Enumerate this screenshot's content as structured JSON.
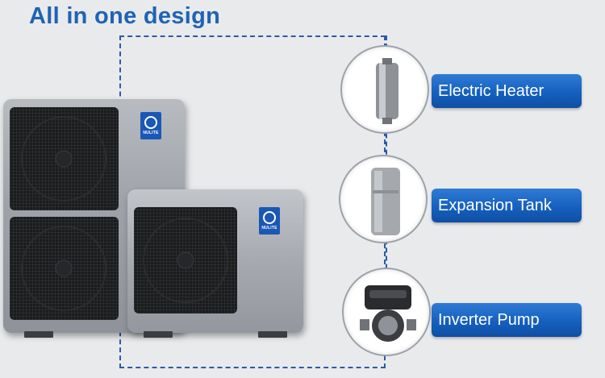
{
  "title": "All in one design",
  "brand": "NULITE",
  "components": [
    {
      "label": "Electric Heater",
      "icon": "electric-heater-image"
    },
    {
      "label": "Expansion Tank",
      "icon": "expansion-tank-image"
    },
    {
      "label": "Inverter Pump",
      "icon": "inverter-pump-image"
    }
  ],
  "colors": {
    "title": "#1f63b3",
    "label_bg": "#1560bf",
    "dashed_line": "#2a5ca8",
    "background": "#e9eaec"
  }
}
